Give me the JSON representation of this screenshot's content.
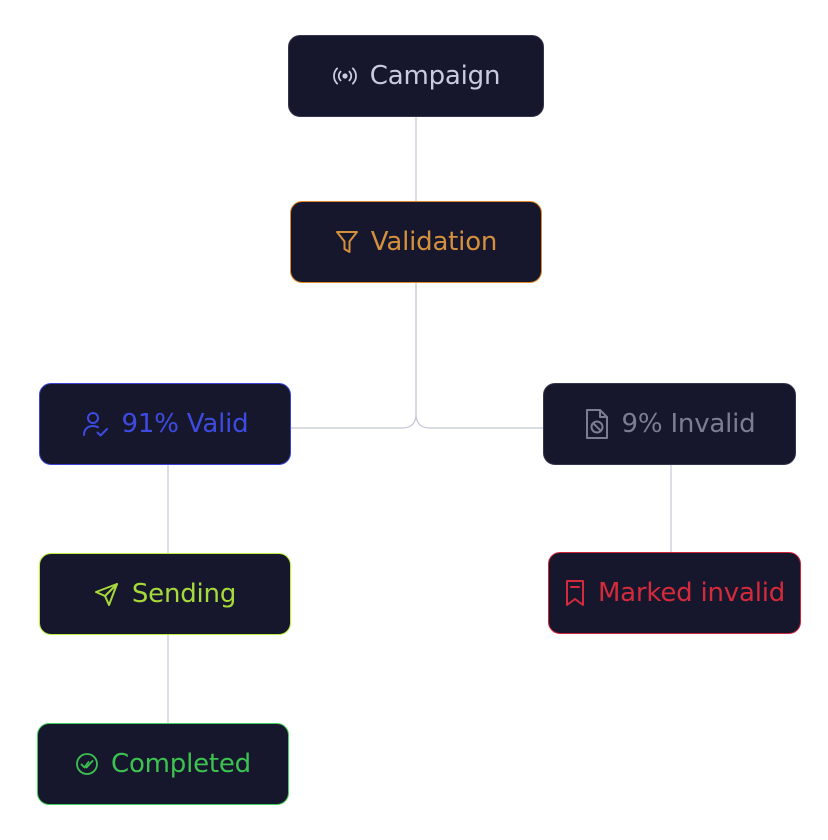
{
  "nodes": {
    "campaign": {
      "label": "Campaign",
      "icon": "broadcast-icon",
      "color": "#c9cbe0"
    },
    "validation": {
      "label": "Validation",
      "icon": "funnel-icon",
      "color": "#d4903c"
    },
    "valid": {
      "label": "91% Valid",
      "icon": "user-check-icon",
      "color": "#3d4be0",
      "percent": 91
    },
    "invalid": {
      "label": "9% Invalid",
      "icon": "file-blocked-icon",
      "color": "#7b7d92",
      "percent": 9
    },
    "sending": {
      "label": "Sending",
      "icon": "send-icon",
      "color": "#a6d93a"
    },
    "marked": {
      "label": "Marked invalid",
      "icon": "bookmark-icon",
      "color": "#d42a3c"
    },
    "completed": {
      "label": "Completed",
      "icon": "check-circle-icon",
      "color": "#3cc24f"
    }
  },
  "edge_color": "#c4c6d4"
}
